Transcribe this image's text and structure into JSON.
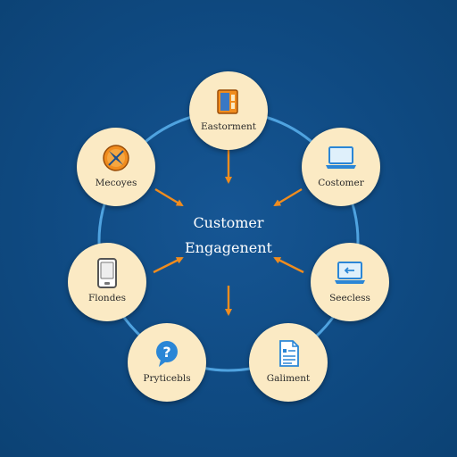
{
  "diagram": {
    "center": {
      "line1": "Customer",
      "line2": "Engagenent"
    },
    "nodes": [
      {
        "label": "Eastorment",
        "icon": "orange-folder-icon"
      },
      {
        "label": "Costomer",
        "icon": "laptop-icon"
      },
      {
        "label": "Seecless",
        "icon": "laptop-arrow-icon"
      },
      {
        "label": "Galiment",
        "icon": "document-icon"
      },
      {
        "label": "Pryticebls",
        "icon": "question-bubble-icon"
      },
      {
        "label": "Flondes",
        "icon": "tablet-icon"
      },
      {
        "label": "Mecoyes",
        "icon": "compass-icon"
      }
    ],
    "colors": {
      "background": "#0f4a82",
      "ring": "#4fa3e0",
      "node_fill": "#fbeac4",
      "arrow": "#f08c1e",
      "icon_blue": "#2a86d6",
      "icon_orange": "#f08c1e"
    }
  }
}
